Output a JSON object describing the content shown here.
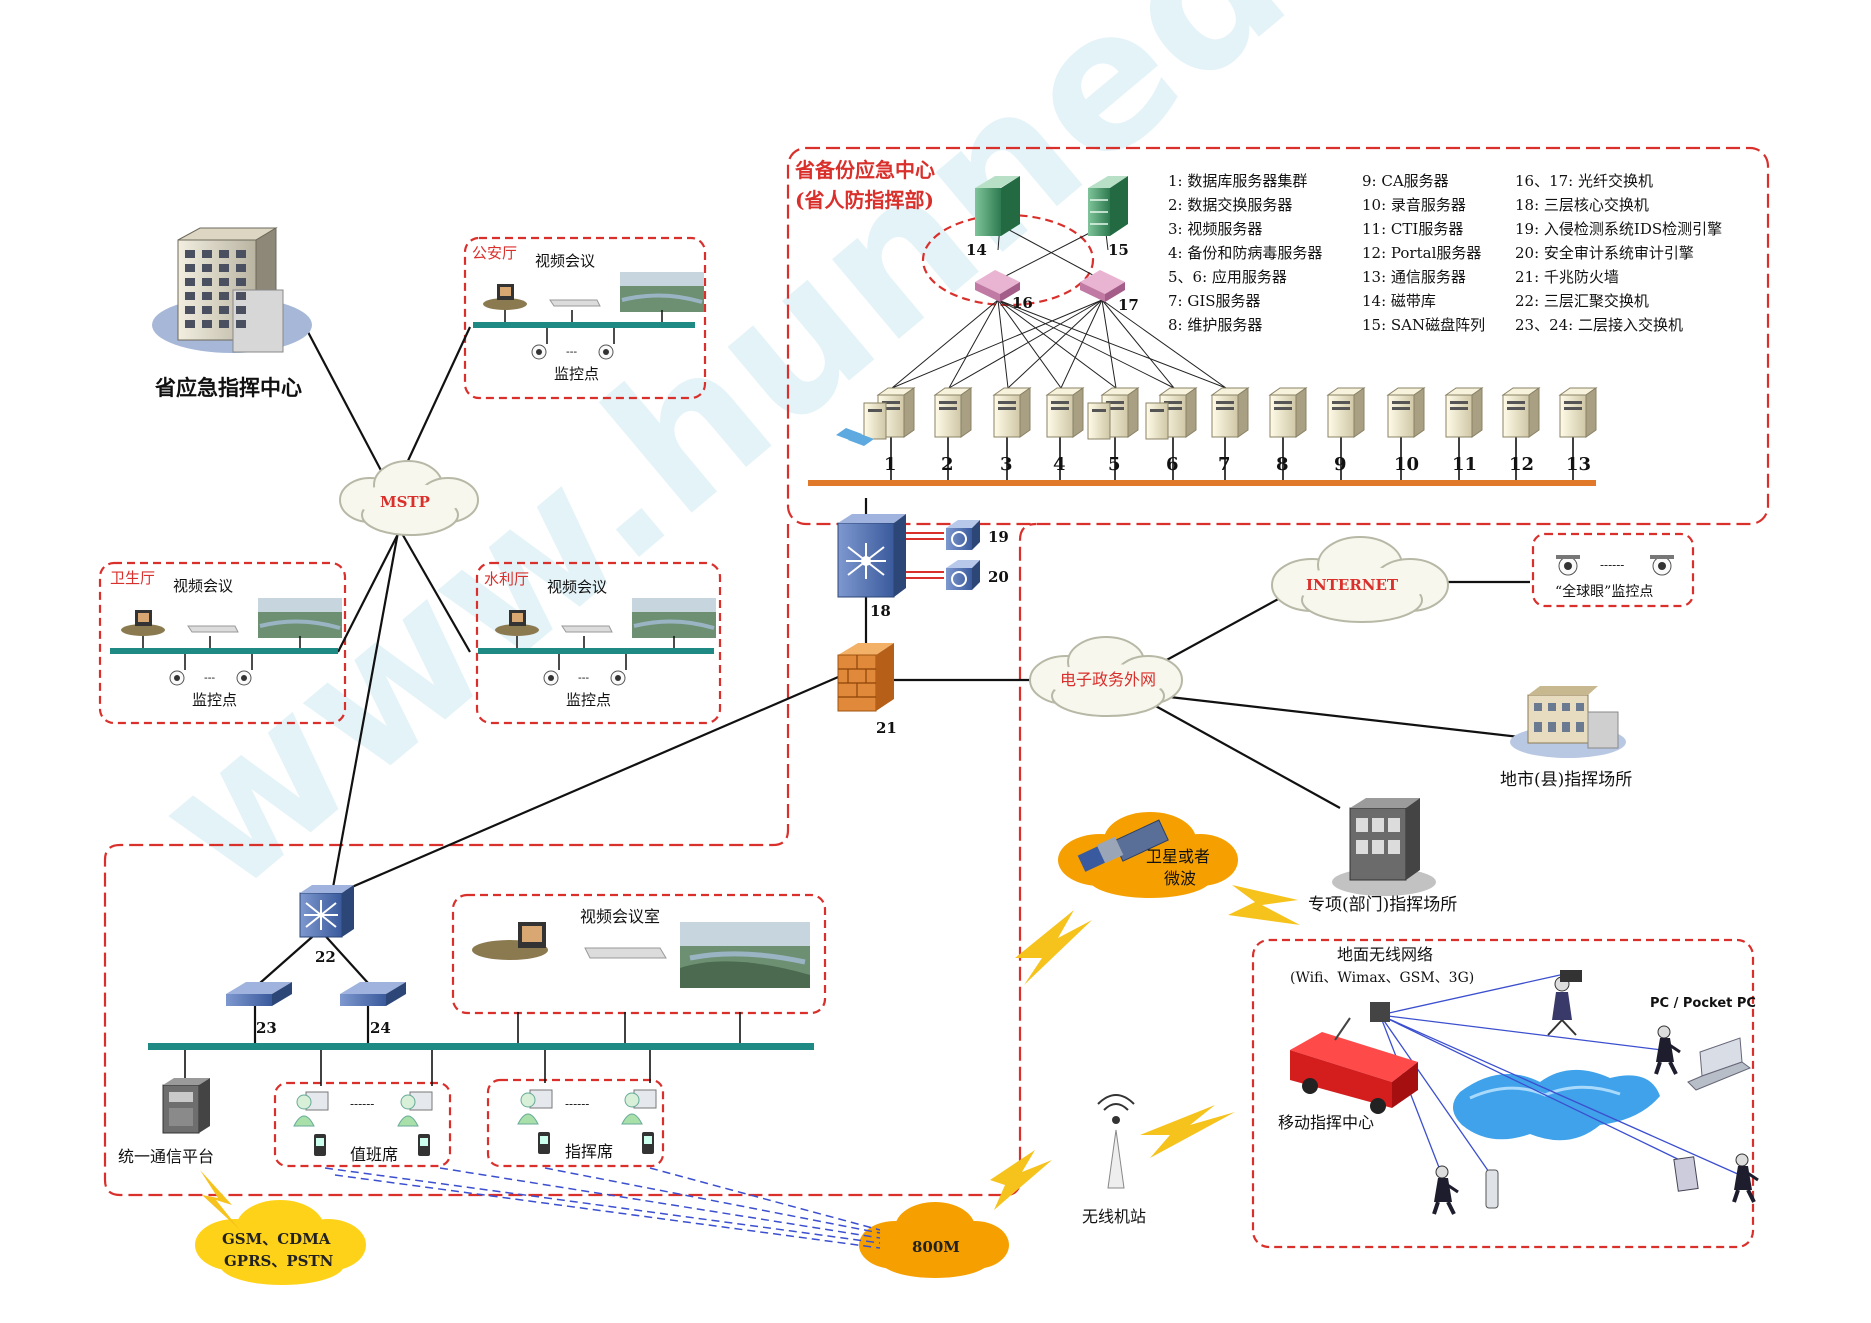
{
  "watermark": {
    "text": "www.hunnedo.com 河狸渡"
  },
  "title_province": "省应急指挥中心",
  "backup_center": {
    "line1": "省备份应急中心",
    "line2": "(省人防指挥部)"
  },
  "mstp": "MSTP",
  "internet": "INTERNET",
  "egov": "电子政务外网",
  "satellite": {
    "line1": "卫星或者",
    "line2": "微波"
  },
  "gsm": {
    "line1": "GSM、CDMA",
    "line2": "GPRS、PSTN"
  },
  "m800": "800M",
  "departments": {
    "police": {
      "name": "公安厅",
      "video": "视频会议",
      "monitor": "监控点"
    },
    "health": {
      "name": "卫生厅",
      "video": "视频会议",
      "monitor": "监控点"
    },
    "water": {
      "name": "水利厅",
      "video": "视频会议",
      "monitor": "监控点"
    }
  },
  "global_eye": {
    "dashes": "------",
    "label": "“全球眼”监控点"
  },
  "city": "地市(县)指挥场所",
  "special": "专项(部门)指挥场所",
  "wireless": {
    "title": "地面无线网络",
    "sub": "(Wifi、Wimax、GSM、3G)",
    "pc": "PC / Pocket PC",
    "mobile": "移动指挥中心"
  },
  "base_station": "无线机站",
  "local": {
    "video_room": "视频会议室",
    "unified": "统一通信平台",
    "duty": "值班席",
    "command": "指挥席",
    "dashes": "------"
  },
  "node_numbers": {
    "n14": "14",
    "n15": "15",
    "n16": "16",
    "n17": "17",
    "n18": "18",
    "n19": "19",
    "n20": "20",
    "n21": "21",
    "n22": "22",
    "n23": "23",
    "n24": "24"
  },
  "server_numbers": [
    "1",
    "2",
    "3",
    "4",
    "5",
    "6",
    "7",
    "8",
    "9",
    "10",
    "11",
    "12",
    "13"
  ],
  "legend": {
    "col1": [
      "1:  数据库服务器集群",
      "2:  数据交换服务器",
      "3:  视频服务器",
      "4:  备份和防病毒服务器",
      "5、6:  应用服务器",
      "7:  GIS服务器",
      "8:  维护服务器"
    ],
    "col2": [
      "9:  CA服务器",
      "10:  录音服务器",
      "11:  CTI服务器",
      "12:  Portal服务器",
      "13:  通信服务器",
      "14:  磁带库",
      "15:  SAN磁盘阵列"
    ],
    "col3": [
      "16、17:  光纤交换机",
      "18:  三层核心交换机",
      "19:  入侵检测系统IDS检测引擎",
      "20:  安全审计系统审计引擎",
      "21:  千兆防火墙",
      "22:  三层汇聚交换机",
      "23、24:  二层接入交换机"
    ]
  },
  "colors": {
    "red_dash": "#d9302c",
    "teal_bus": "#1f8a84",
    "orange_bus": "#e07a2a",
    "cloud_orange": "#f5a000",
    "cloud_yellow": "#ffd21a",
    "switch_blue": "#4a6fb0"
  }
}
